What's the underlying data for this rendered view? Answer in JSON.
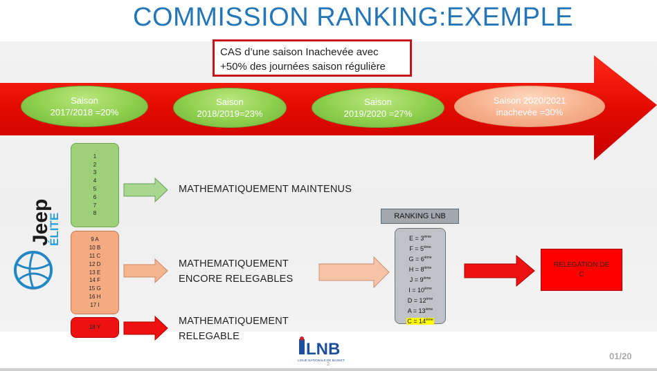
{
  "title": "COMMISSION RANKING:EXEMPLE",
  "case_box": {
    "line1": "CAS d’une saison Inachevée avec",
    "line2": "+50% des journées saison régulière"
  },
  "seasons": [
    {
      "line1": "Saison",
      "line2": "2017/2018 =20%"
    },
    {
      "line1": "Saison",
      "line2": "2018/2019=23%"
    },
    {
      "line1": "Saison",
      "line2": "2019/2020 =27%"
    },
    {
      "line1": "Saison 2020/2021",
      "line2": "inachevée =30%"
    }
  ],
  "groups": {
    "maintained": [
      "1",
      "2",
      "3",
      "4",
      "5",
      "6",
      "7",
      "8"
    ],
    "relegable": [
      "9 A",
      "10 B",
      "11 C",
      "12 D",
      "13 E",
      "14 F",
      "15 G",
      "16 H",
      "17 I"
    ],
    "relegated": [
      "18 Y"
    ]
  },
  "labels": {
    "maintained": "MATHEMATIQUEMENT MAINTENUS",
    "relegable_line1": "MATHEMATIQUEMENT",
    "relegable_line2": "ENCORE RELEGABLES",
    "relegated_line1": "MATHEMATIQUEMENT",
    "relegated_line2": "RELEGABLE"
  },
  "ranking": {
    "title": "RANKING LNB",
    "rows": [
      {
        "text": "E = 3",
        "sup": "ième"
      },
      {
        "text": "F = 5",
        "sup": "ième"
      },
      {
        "text": "G = 6",
        "sup": "ième"
      },
      {
        "text": "H = 8",
        "sup": "ième"
      },
      {
        "text": "J = 9",
        "sup": "ième"
      },
      {
        "text": "I = 10",
        "sup": "ième"
      },
      {
        "text": "D = 12",
        "sup": "ème"
      },
      {
        "text": "A = 13",
        "sup": "ième"
      },
      {
        "text": "C = 14",
        "sup": "ième"
      }
    ]
  },
  "relegation": {
    "line1": "RELEGATION DE",
    "line2": "C"
  },
  "logos": {
    "jeep": "Jeep",
    "elite": "ÉLITE",
    "lnb": "LNB",
    "lnb_tagline": "LIGUE NATIONALE DE BASKET"
  },
  "page_number": "01/20",
  "slide_number": "2",
  "colors": {
    "title_blue": "#2476b7",
    "arrow_red": "#e00000",
    "green": "#8fcf4e",
    "orange": "#f5ab82",
    "red": "#ff0000"
  }
}
